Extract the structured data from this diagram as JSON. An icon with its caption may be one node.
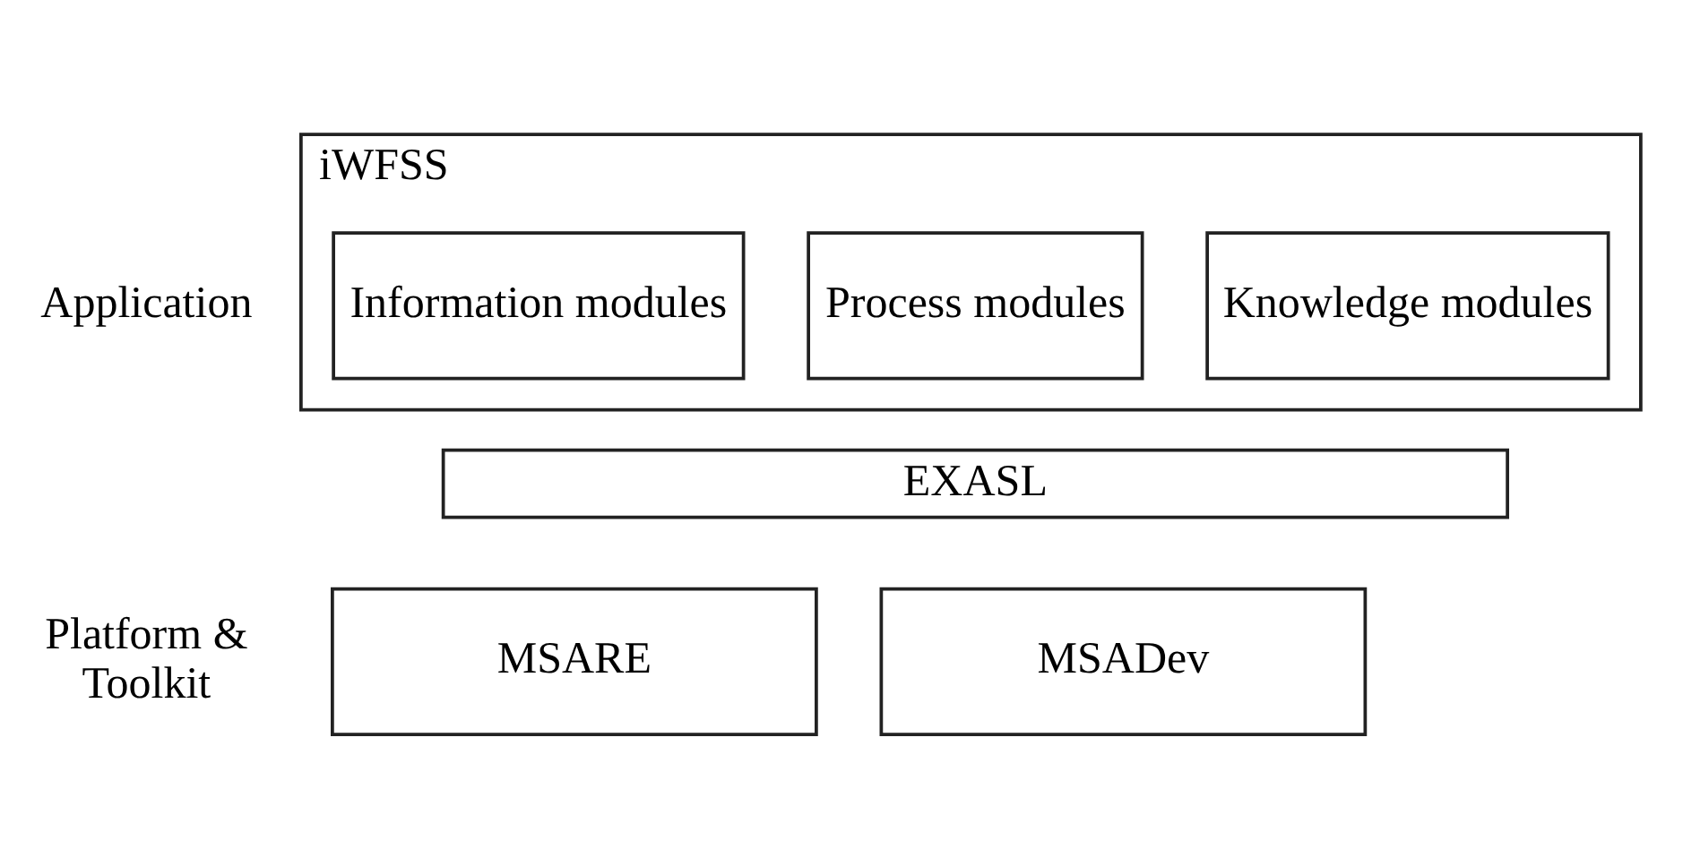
{
  "diagram": {
    "nodes": [
      {
        "text": [
          "iWFSS"
        ]
      },
      {
        "text": [
          "Information modules"
        ],
        "in": 0
      },
      {
        "text": [
          "Process modules"
        ],
        "in": 0
      },
      {
        "text": [
          "Knowledge modules"
        ],
        "in": 0
      },
      {
        "text": [
          "EXASL"
        ]
      },
      {
        "text": [
          "MSARE"
        ]
      },
      {
        "text": [
          "MSADev"
        ]
      }
    ],
    "edges": [],
    "labels": [
      "Application",
      "Platform & Toolkit"
    ]
  }
}
